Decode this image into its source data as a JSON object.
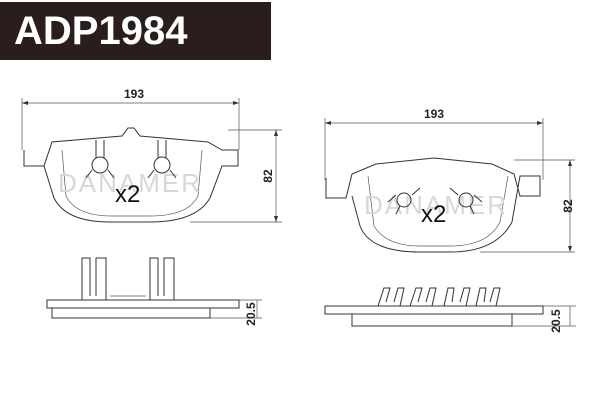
{
  "product": {
    "code": "ADP1984"
  },
  "watermark": "DANAMER",
  "pads": [
    {
      "width_label": "193",
      "height_label": "82",
      "thickness_label": "20.5",
      "quantity_label": "x2"
    },
    {
      "width_label": "193",
      "height_label": "82",
      "thickness_label": "20.5",
      "quantity_label": "x2"
    }
  ]
}
